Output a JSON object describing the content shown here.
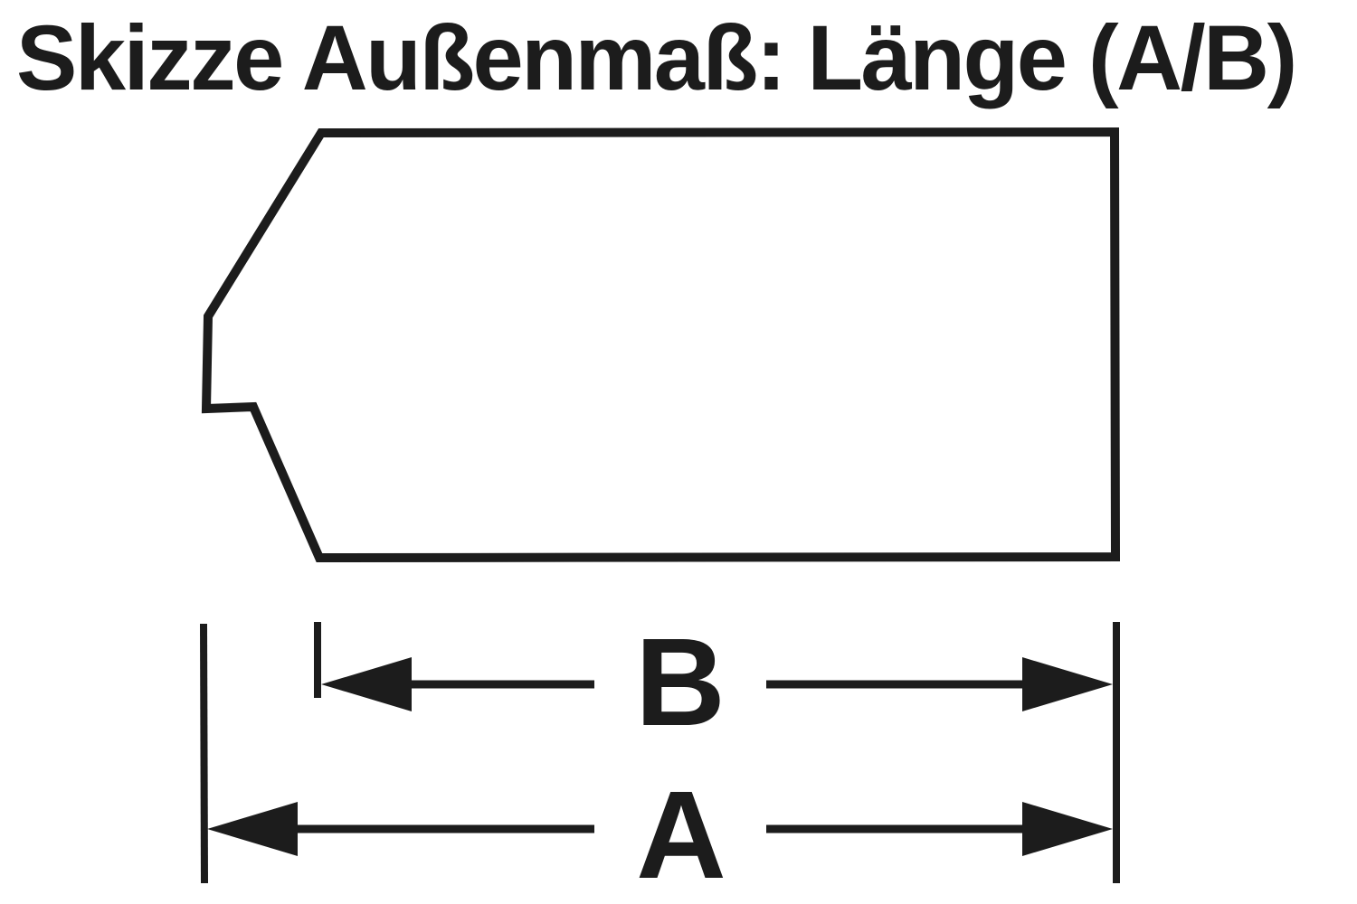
{
  "title": "Skizze Außenmaß: Länge (A/B)",
  "dimension_labels": {
    "b": "B",
    "a": "A"
  },
  "colors": {
    "ink": "#1c1c1c",
    "background": "#ffffff"
  }
}
